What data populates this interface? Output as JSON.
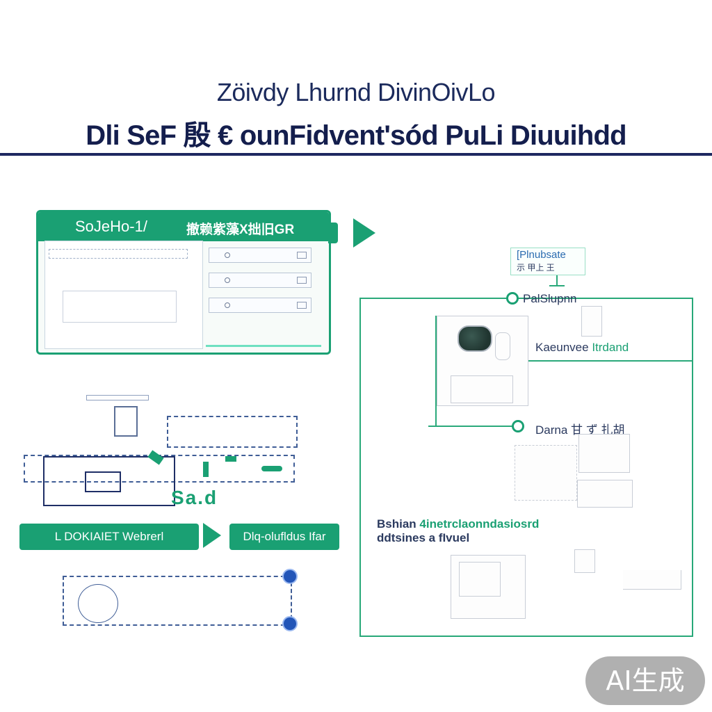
{
  "header": {
    "title_line1": "Zöivdy Lhurnd DivinOivLo",
    "title_line2": "Dli SeF 殷 € ounFidvent'sód PuLi Diuuihdd"
  },
  "panel": {
    "title": "SoJeHo-1/",
    "subtitle": "撤赖紫藻X拙旧GR"
  },
  "flow": {
    "card_line1": "[Plnubsate",
    "card_line2": "示 甲上 王",
    "node1_label": "PalSlupnn",
    "node2_label": "Kaeunvee",
    "node2_accent": "Itrdand",
    "node3_label": "Darna 甘 ず 扎胡",
    "desc_line1_a": "Bshian",
    "desc_line1_b": "4inetrclaonndasiosrd",
    "desc_line2": "ddtsines a fIvuel"
  },
  "sketch": {
    "mark_text": "Sa.d"
  },
  "buttons": {
    "left_label": "L DOKIAIET Webrerl",
    "right_label": "Dlq-olufldus Ifar"
  },
  "watermark": {
    "label": "AI生成"
  }
}
